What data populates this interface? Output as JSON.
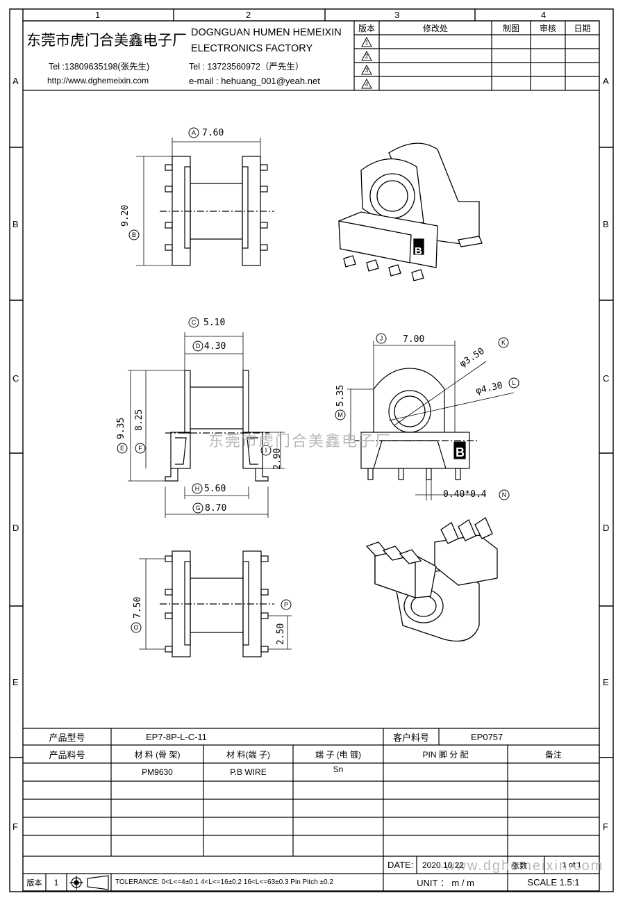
{
  "frame": {
    "col_labels": [
      "1",
      "2",
      "3",
      "4"
    ],
    "row_labels": [
      "A",
      "B",
      "C",
      "D",
      "E",
      "F"
    ]
  },
  "company": {
    "name_cn": "东莞市虎门合美鑫电子厂",
    "name_en_1": "DOGNGUAN HUMEN HEMEIXIN",
    "name_en_2": "ELECTRONICS FACTORY",
    "tel1": "Tel :13809635198(张先生)",
    "tel2": "Tel : 13723560972（严先生）",
    "website": "http://www.dghemeixin.com",
    "email": "e-mail : hehuang_001@yeah.net"
  },
  "revision_table": {
    "headers": [
      "版本",
      "修改处",
      "制图",
      "审核",
      "日期"
    ],
    "rows": [
      "1",
      "2",
      "3",
      "4"
    ]
  },
  "drawing": {
    "dims": {
      "A": "7.60",
      "B": "9.20",
      "C": "5.10",
      "D": "4.30",
      "E": "9.35",
      "F": "8.25",
      "G": "8.70",
      "H": "5.60",
      "I": "2.90",
      "J": "7.00",
      "K": "φ3.50",
      "L": "φ4.30",
      "M": "5.35",
      "N": "0.40*0.4",
      "O": "7.50",
      "P": "2.50"
    },
    "part_mark": "B",
    "watermark_center": "东莞市虎门合美鑫电子厂",
    "watermark_bottom": "www.dghemeixin.com"
  },
  "title_block": {
    "product_model_label": "产品型号",
    "product_model": "EP7-8P-L-C-11",
    "customer_model_label": "客户料号",
    "customer_model": "EP0757",
    "product_code_label": "产品料号",
    "material_frame_label": "材 料 (骨 架)",
    "material_pin_label": "材 料(端 子)",
    "plating_label": "端 子 (电 镀)",
    "pin_assign_label": "PIN 脚 分 配",
    "remarks_label": "备注",
    "material_frame": "PM9630",
    "material_pin": "P.B WIRE",
    "plating": "Sn",
    "date_label": "DATE:",
    "date": "2020.10.22",
    "sheet_label": "张数",
    "sheet_value": "1 of 1",
    "version_label": "版本",
    "version": "1",
    "tolerance": "TOLERANCE:  0<L<=4±0.1  4<L<=16±0.2  16<L<=63±0.3  Pin Pitch  ±0.2",
    "unit": "UNIT ： m / m",
    "scale": "SCALE  1.5:1"
  }
}
